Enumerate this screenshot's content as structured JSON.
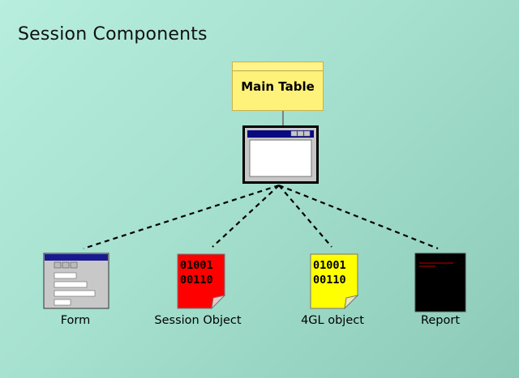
{
  "title": "Session Components",
  "main_table": {
    "label": "Main Table"
  },
  "nodes": {
    "form": {
      "label": "Form"
    },
    "session_object": {
      "label": "Session Object",
      "binary": [
        "01001",
        "00110"
      ],
      "color": "#ff0000"
    },
    "fourgl_object": {
      "label": "4GL object",
      "binary": [
        "01001",
        "00110"
      ],
      "color": "#ffff00"
    },
    "report": {
      "label": "Report"
    }
  }
}
